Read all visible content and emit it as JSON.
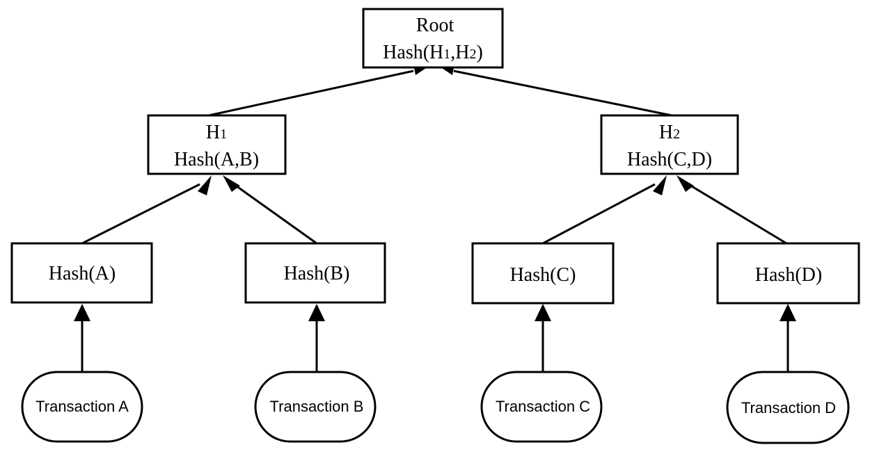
{
  "root": {
    "line1": "Root",
    "line2_prefix": "Hash(H",
    "line2_sub1": "1",
    "line2_mid": ",H",
    "line2_sub2": "2",
    "line2_suffix": ")"
  },
  "h1": {
    "label": "H",
    "sub": "1",
    "hash": "Hash(A,B)"
  },
  "h2": {
    "label": "H",
    "sub": "2",
    "hash": "Hash(C,D)"
  },
  "leaves": [
    {
      "hash": "Hash(A)",
      "transaction": "Transaction A"
    },
    {
      "hash": "Hash(B)",
      "transaction": "Transaction B"
    },
    {
      "hash": "Hash(C)",
      "transaction": "Transaction C"
    },
    {
      "hash": "Hash(D)",
      "transaction": "Transaction D"
    }
  ],
  "colors": {
    "stroke": "#000000",
    "fill": "#ffffff"
  }
}
